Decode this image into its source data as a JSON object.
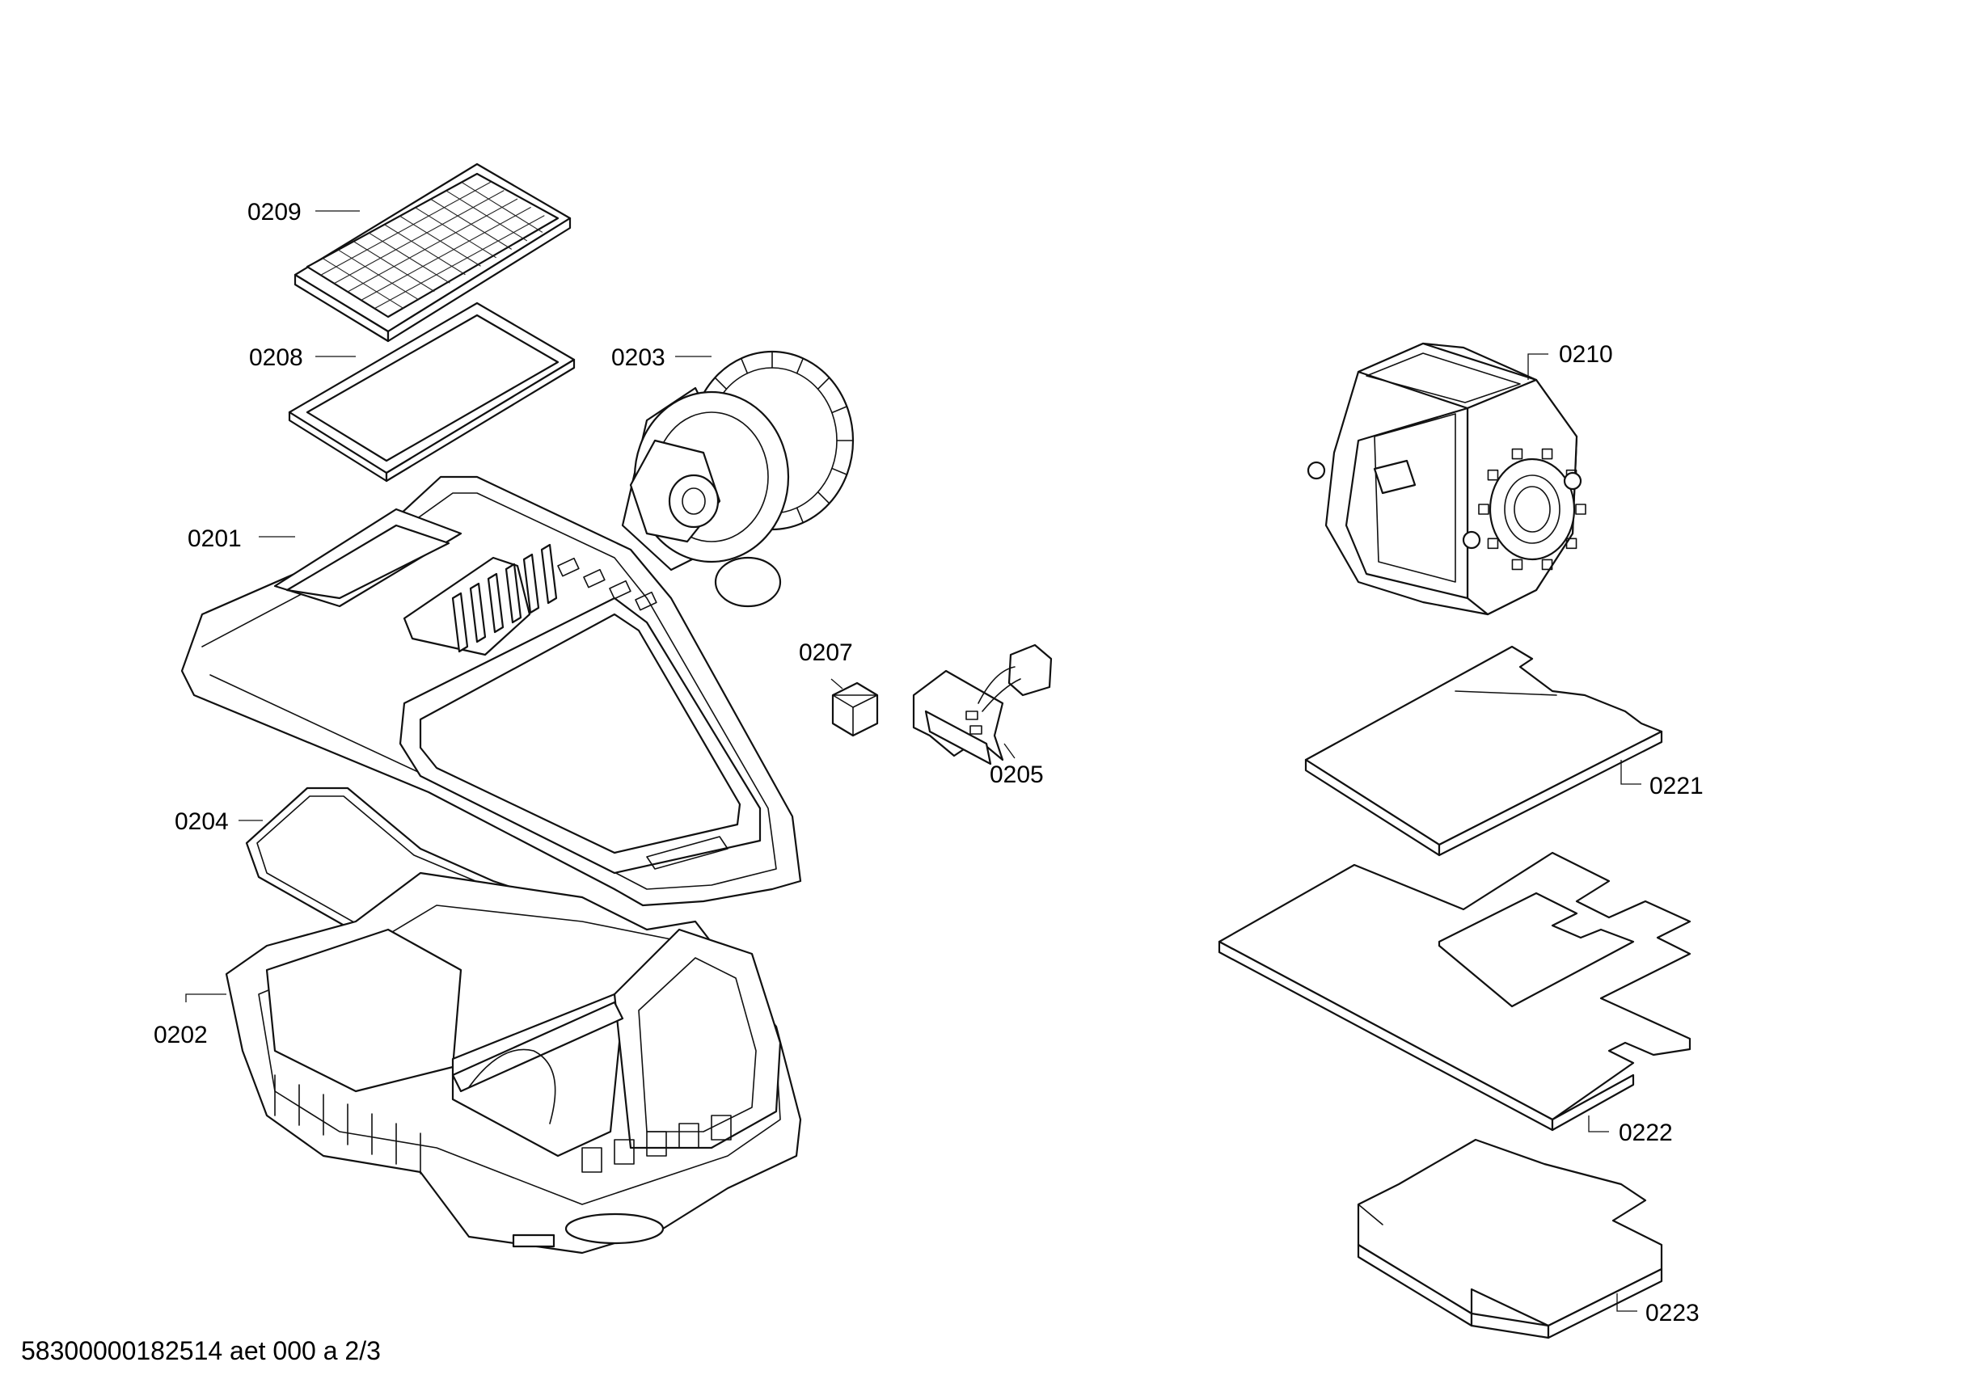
{
  "labels": {
    "p0209": "0209",
    "p0208": "0208",
    "p0203": "0203",
    "p0201": "0201",
    "p0207": "0207",
    "p0205": "0205",
    "p0204": "0204",
    "p0202": "0202",
    "p0210": "0210",
    "p0221": "0221",
    "p0222": "0222",
    "p0223": "0223"
  },
  "footer": {
    "document_code": "58300000182514 aet 000 a 2/3"
  }
}
